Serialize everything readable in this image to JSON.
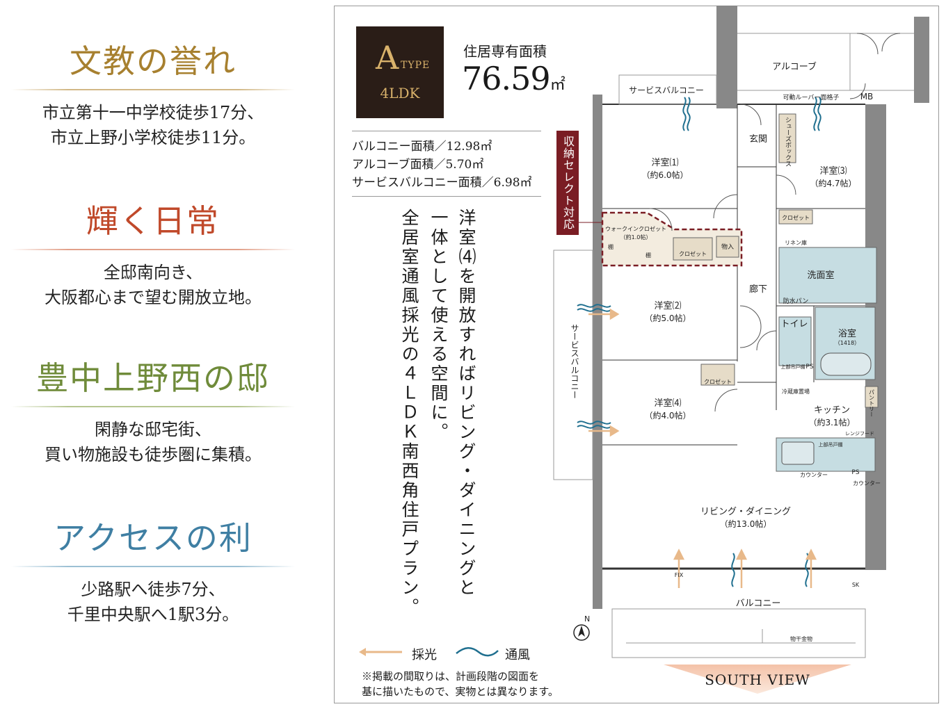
{
  "features": [
    {
      "title": "文教の誉れ",
      "color": "#a7802f",
      "lines": [
        "市立第十一中学校徒歩17分、",
        "市立上野小学校徒歩11分。"
      ]
    },
    {
      "title": "輝く日常",
      "color": "#c0492a",
      "lines": [
        "全邸南向き、",
        "大阪都心まで望む開放立地。"
      ]
    },
    {
      "title": "豊中上野西の邸",
      "color": "#6f8b3a",
      "lines": [
        "閑静な邸宅街、",
        "買い物施設も徒歩圏に集積。"
      ]
    },
    {
      "title": "アクセスの利",
      "color": "#3f7fa3",
      "lines": [
        "少路駅へ徒歩7分、",
        "千里中央駅へ1駅3分。"
      ]
    }
  ],
  "plan": {
    "type_letter": "A",
    "type_word": "TYPE",
    "layout": "4LDK",
    "area_label": "住居専有面積",
    "area_value": "76.59",
    "area_unit": "㎡",
    "sub_areas": [
      "バルコニー面積／12.98㎡",
      "アルコーブ面積／5.70㎡",
      "サービスバルコニー面積／6.98㎡"
    ],
    "storage_tag": "収納セレクト対応",
    "vertical_copy": [
      "洋室⑷を開放すればリビング・ダイニングと",
      "一体として使える空間に。",
      "全居室通風採光の４ＬＤＫ南西角住戸プラン。"
    ],
    "legend_light": "採光",
    "legend_wind": "通風",
    "note_lines": [
      "※掲載の間取りは、計画段階の図面を",
      "基に描いたもので、実物とは異なります。"
    ],
    "south_view": "SOUTH VIEW",
    "north": "N",
    "labels": {
      "alcove": "アルコーブ",
      "service_balcony_top": "サービスバルコニー",
      "louver": "可動ルーバー面格子",
      "mb": "MB",
      "entrance": "玄関",
      "shoe_box": "シューズボックス",
      "room1": "洋室⑴",
      "room1_size": "（約6.0帖）",
      "room3": "洋室⑶",
      "room3_size": "（約4.7帖）",
      "walkin": "ウォークインクロゼット",
      "walkin_size": "（約1.0帖）",
      "shelf": "棚",
      "closet": "クロゼット",
      "storage": "物入",
      "linen": "リネン庫",
      "wash": "洗面室",
      "waterpan": "防水パン",
      "hall": "廊下",
      "room2": "洋室⑵",
      "room2_size": "（約5.0帖）",
      "toilet": "トイレ",
      "upper_shelf": "上部吊戸棚",
      "ps": "PS",
      "bath": "浴室",
      "bath_size": "（1418）",
      "fridge": "冷蔵庫置場",
      "pantry": "パントリー",
      "service_balcony_side": "サービスバルコニー",
      "room4": "洋室⑷",
      "room4_size": "（約4.0帖）",
      "kitchen": "キッチン",
      "kitchen_size": "（約3.1帖）",
      "range_hood": "レンジフード",
      "counter": "カウンター",
      "living": "リビング・ダイニング",
      "living_size": "（約13.0帖）",
      "fix": "FIX",
      "sk": "SK",
      "balcony": "バルコニー",
      "drying": "物干金物"
    }
  },
  "colors": {
    "type_box_bg": "#2a1d17",
    "type_box_text": "#d9b26b",
    "storage_tag": "#7a1d24",
    "light_arrow": "#e8b98a",
    "wind_wave": "#1f6f8f",
    "wet_area": "#c6dde2",
    "furniture": "#e6dcc8"
  }
}
